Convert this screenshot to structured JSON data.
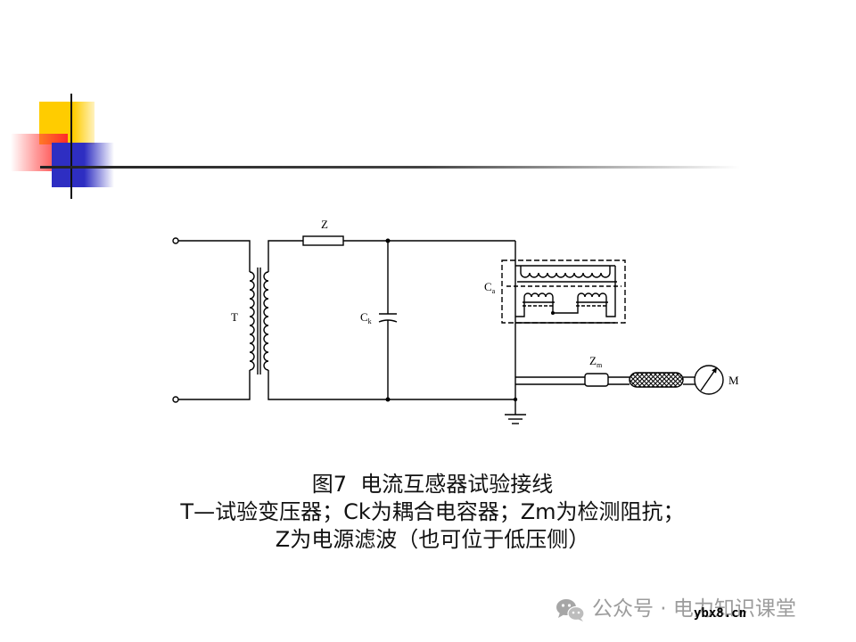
{
  "caption": {
    "title": "图7  电流互感器试验接线",
    "line2": "T—试验变压器；Ck为耦合电容器；Zm为检测阻抗；",
    "line3": "Z为电源滤波（也可位于低压侧）"
  },
  "diagram": {
    "labels": {
      "z": "Z",
      "t": "T",
      "ck_main": "C",
      "ck_sub": "k",
      "ca_main": "C",
      "ca_sub": "a",
      "zm_main": "Z",
      "zm_sub": "m",
      "m": "M"
    }
  },
  "watermark": {
    "icon": "wechat-icon",
    "text": "公众号 · 电力知识课堂",
    "site": "ybx8.cn"
  },
  "colors": {
    "yellow": "#FFCC00",
    "red": "#FF2A2A",
    "blue": "#2E2EC2",
    "ink": "#000000",
    "watermark": "#9c9c9c"
  }
}
